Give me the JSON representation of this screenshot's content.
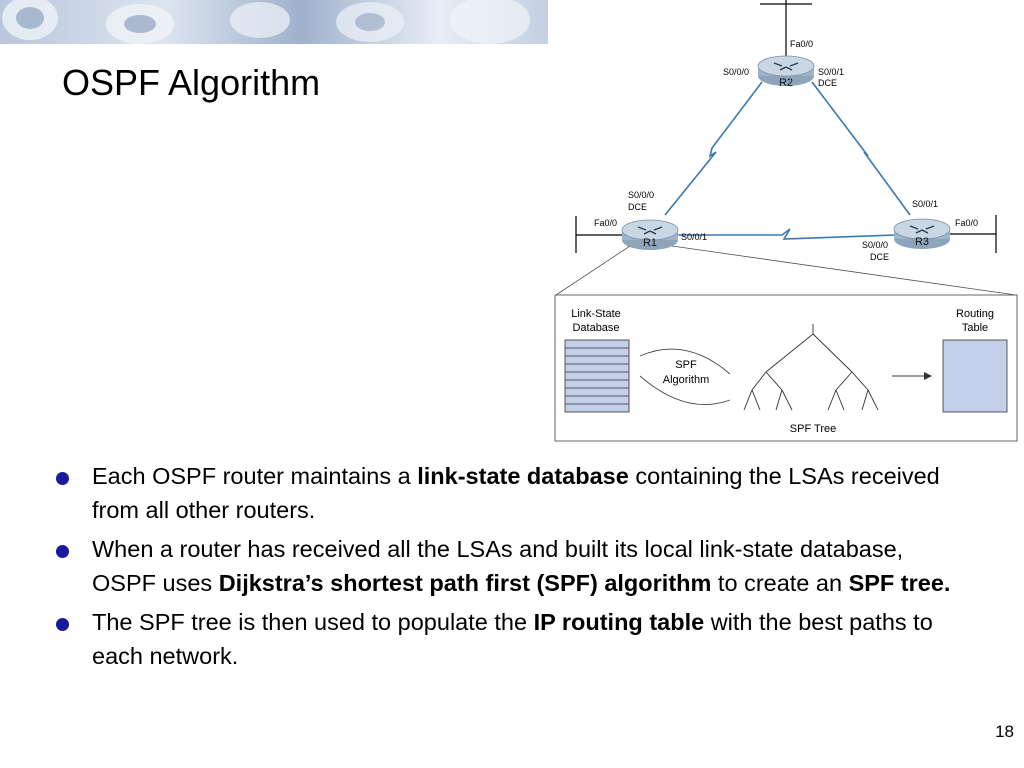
{
  "slide": {
    "title": "OSPF Algorithm",
    "page_number": "18"
  },
  "diagram": {
    "routers": {
      "r1": "R1",
      "r2": "R2",
      "r3": "R3"
    },
    "labels": {
      "r2_fa": "Fa0/0",
      "r2_s000": "S0/0/0",
      "r2_s001": "S0/0/1",
      "r2_dce": "DCE",
      "r1_s000": "S0/0/0",
      "r1_dce": "DCE",
      "r1_fa": "Fa0/0",
      "r1_s001": "S0/0/1",
      "r3_s001": "S0/0/1",
      "r3_fa": "Fa0/0",
      "r3_s000": "S0/0/0",
      "r3_dce": "DCE"
    },
    "process": {
      "lsdb_line1": "Link-State",
      "lsdb_line2": "Database",
      "spf_line1": "SPF",
      "spf_line2": "Algorithm",
      "tree_label": "SPF Tree",
      "rt_line1": "Routing",
      "rt_line2": "Table"
    }
  },
  "bullets": [
    {
      "parts": [
        {
          "text": "Each OSPF router maintains a ",
          "bold": false
        },
        {
          "text": "link-state database",
          "bold": true
        },
        {
          "text": " containing the LSAs received from all other routers.",
          "bold": false
        }
      ]
    },
    {
      "parts": [
        {
          "text": "When a router has received all the LSAs and built its local link-state database, OSPF uses ",
          "bold": false
        },
        {
          "text": "Dijkstra’s shortest path first (SPF) algorithm",
          "bold": true
        },
        {
          "text": " to create an ",
          "bold": false
        },
        {
          "text": "SPF tree.",
          "bold": true
        }
      ]
    },
    {
      "parts": [
        {
          "text": "The SPF tree is then used to populate the ",
          "bold": false
        },
        {
          "text": "IP routing table",
          "bold": true
        },
        {
          "text": " with the best paths to each network.",
          "bold": false
        }
      ]
    }
  ]
}
